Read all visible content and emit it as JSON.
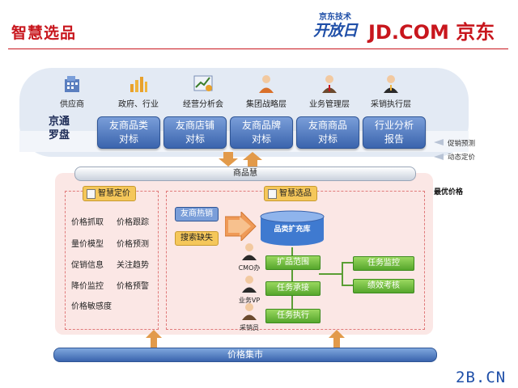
{
  "header": {
    "title": "智慧选品",
    "logo_tech_top": "京东技术",
    "logo_tech_main": "开放日",
    "logo_brand": "JD.COM 京东",
    "watermark": "2B.CN"
  },
  "roles": [
    {
      "label": "供应商",
      "icon": "building-icon"
    },
    {
      "label": "政府、行业",
      "icon": "bar-chart-icon"
    },
    {
      "label": "经营分析会",
      "icon": "analysis-chart-icon"
    },
    {
      "label": "集团战略层",
      "icon": "person-icon"
    },
    {
      "label": "业务管理层",
      "icon": "manager-icon"
    },
    {
      "label": "采销执行层",
      "icon": "staff-icon"
    }
  ],
  "compass": {
    "line1": "京通",
    "line2": "罗盘"
  },
  "modules": [
    {
      "line1": "友商品类",
      "line2": "对标"
    },
    {
      "line1": "友商店铺",
      "line2": "对标"
    },
    {
      "line1": "友商品牌",
      "line2": "对标"
    },
    {
      "line1": "友商商品",
      "line2": "对标"
    },
    {
      "line1": "行业分析",
      "line2": "报告"
    }
  ],
  "side_notes": [
    "促销预测",
    "动态定价"
  ],
  "best_price": "最优价格",
  "product_bar": "商品慧",
  "price_bar": "价格集市",
  "pricing": {
    "badge": "智慧定价",
    "items": [
      "价格抓取",
      "价格跟踪",
      "量价模型",
      "价格预测",
      "促销信息",
      "关注趋势",
      "降价监控",
      "价格预警",
      "价格敏感度"
    ]
  },
  "selection": {
    "badge": "智慧选品",
    "input1": "友商热销",
    "input2": "搜索缺失",
    "db": "品类扩充库",
    "steps": [
      "扩品范围",
      "任务承接",
      "任务执行"
    ],
    "tasks": [
      "任务监控",
      "绩效考核"
    ],
    "people": [
      "CMO办",
      "业务VP",
      "采销员"
    ]
  },
  "colors": {
    "brand_red": "#c8161d",
    "module_blue": "#3a64ad",
    "step_green": "#56a62c",
    "badge_gold": "#f5c75a"
  }
}
